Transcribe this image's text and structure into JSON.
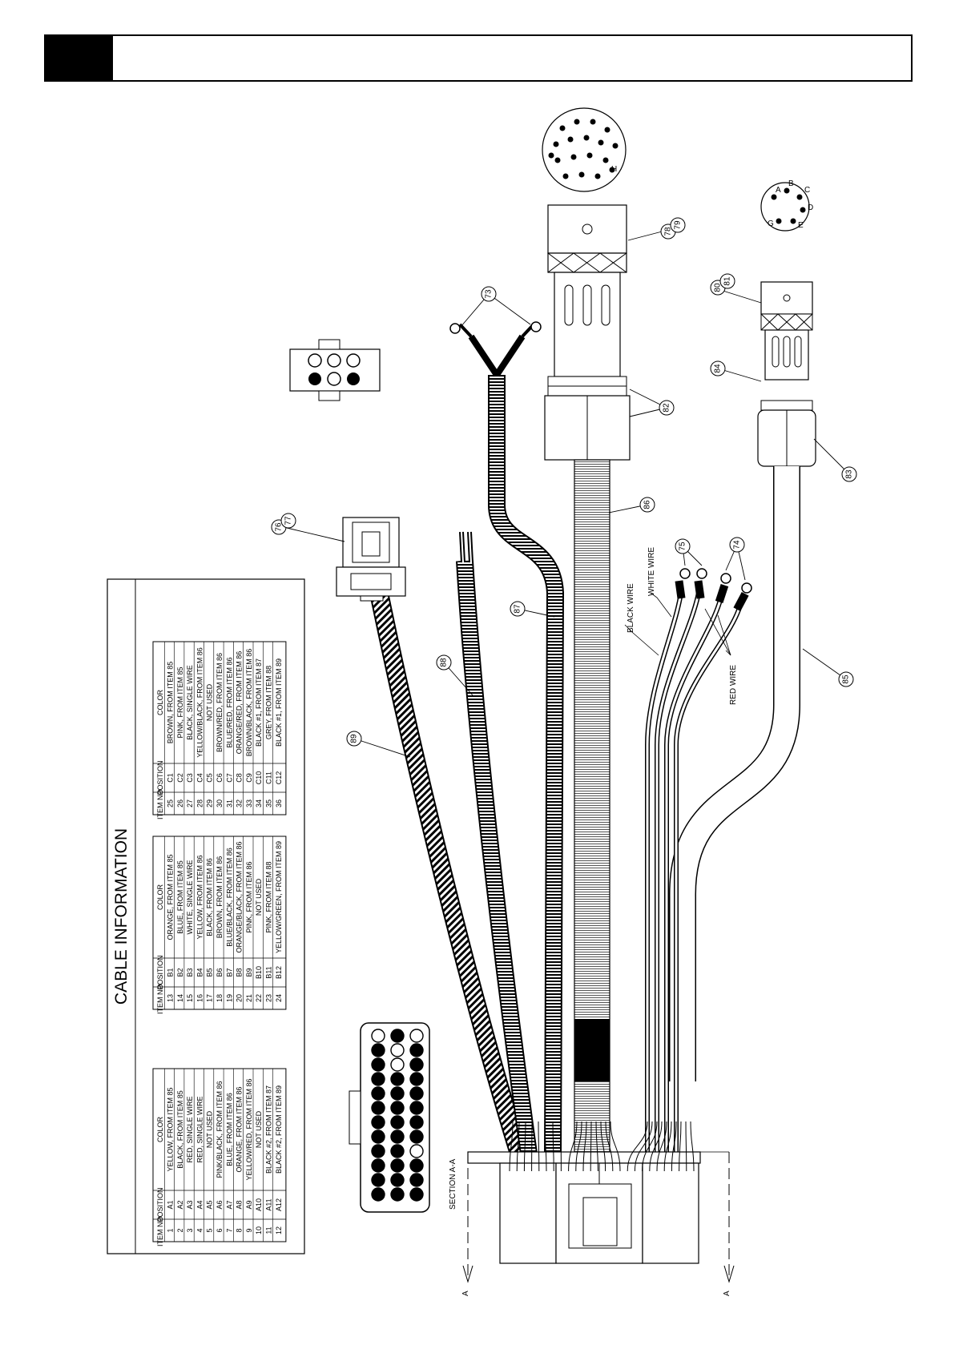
{
  "header": {
    "tab": "",
    "title": ""
  },
  "cable_info": {
    "title": "CABLE INFORMATION",
    "headers": [
      "ITEM NO.",
      "POSITION",
      "COLOR"
    ],
    "tables": [
      [
        [
          "1",
          "A1",
          "YELLOW, FROM ITEM 85"
        ],
        [
          "2",
          "A2",
          "BLACK, FROM ITEM 85"
        ],
        [
          "3",
          "A3",
          "RED, SINGLE WIRE"
        ],
        [
          "4",
          "A4",
          "RED, SINGLE WIRE"
        ],
        [
          "5",
          "A5",
          "NOT USED"
        ],
        [
          "6",
          "A6",
          "PINK/BLACK, FROM ITEM 86"
        ],
        [
          "7",
          "A7",
          "BLUE, FROM ITEM 86"
        ],
        [
          "8",
          "A8",
          "ORANGE, FROM ITEM 86"
        ],
        [
          "9",
          "A9",
          "YELLOW/RED, FROM ITEM 86"
        ],
        [
          "10",
          "A10",
          "NOT USED"
        ],
        [
          "11",
          "A11",
          "BLACK #2, FROM ITEM 87"
        ],
        [
          "12",
          "A12",
          "BLACK #2, FROM ITEM 89"
        ]
      ],
      [
        [
          "13",
          "B1",
          "ORANGE, FROM ITEM 85"
        ],
        [
          "14",
          "B2",
          "BLUE, FROM ITEM 85"
        ],
        [
          "15",
          "B3",
          "WHITE, SINGLE WIRE"
        ],
        [
          "16",
          "B4",
          "YELLOW, FROM ITEM 86"
        ],
        [
          "17",
          "B5",
          "BLACK, FROM ITEM 86"
        ],
        [
          "18",
          "B6",
          "BROWN, FROM ITEM 86"
        ],
        [
          "19",
          "B7",
          "BLUE/BLACK, FROM ITEM 86"
        ],
        [
          "20",
          "B8",
          "ORANGE/BLACK, FROM ITEM 86"
        ],
        [
          "21",
          "B9",
          "PINK, FROM ITEM 86"
        ],
        [
          "22",
          "B10",
          "NOT USED"
        ],
        [
          "23",
          "B11",
          "PINK, FROM ITEM 88"
        ],
        [
          "24",
          "B12",
          "YELLOW/GREEN, FROM ITEM 89"
        ]
      ],
      [
        [
          "25",
          "C1",
          "BROWN, FROM ITEM 85"
        ],
        [
          "26",
          "C2",
          "PINK, FROM ITEM 85"
        ],
        [
          "27",
          "C3",
          "BLACK, SINGLE WIRE"
        ],
        [
          "28",
          "C4",
          "YELLOW/BLACK, FROM ITEM 86"
        ],
        [
          "29",
          "C5",
          "NOT USED"
        ],
        [
          "30",
          "C6",
          "BROWN/RED, FROM ITEM 86"
        ],
        [
          "31",
          "C7",
          "BLUE/RED, FROM ITEM 86"
        ],
        [
          "32",
          "C8",
          "ORANGE/RED, FROM ITEM 86"
        ],
        [
          "33",
          "C9",
          "BROWN/BLACK, FROM ITEM 86"
        ],
        [
          "34",
          "C10",
          "BLACK #1, FROM ITEM 87"
        ],
        [
          "35",
          "C11",
          "GREY, FROM ITEM 88"
        ],
        [
          "36",
          "C12",
          "BLACK #1, FROM ITEM 89"
        ]
      ]
    ]
  },
  "callouts": [
    "73",
    "74",
    "75",
    "76",
    "77",
    "78",
    "79",
    "80",
    "81",
    "82",
    "83",
    "84",
    "85",
    "86",
    "87",
    "88",
    "89"
  ],
  "wire_labels": {
    "black": "BLACK WIRE",
    "white": "WHITE WIRE",
    "red": "RED WIRE"
  },
  "section": {
    "label": "SECTION A-A",
    "marker": "A"
  },
  "pin_letters": {
    "h": "H",
    "a": "A",
    "b": "B",
    "c": "C",
    "d": "D",
    "e": "E",
    "g": "G"
  }
}
